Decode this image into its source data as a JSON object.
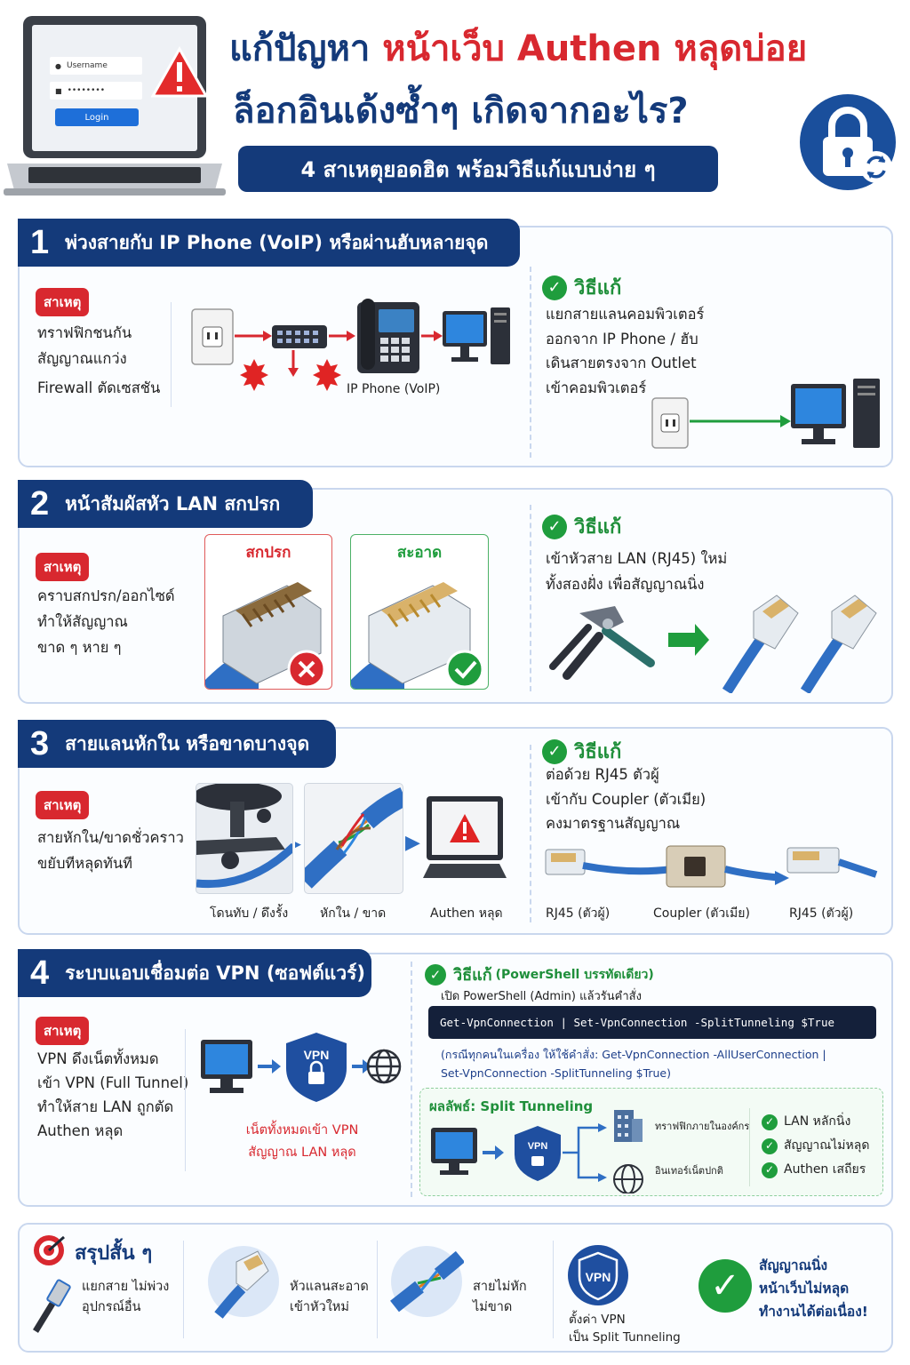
{
  "header": {
    "title_part1": "แก้ปัญหา ",
    "title_part2": "หน้าเว็บ Authen หลุดบ่อย",
    "title_line2": "ล็อกอินเด้งซ้ำๆ เกิดจากอะไร?",
    "subtitle": "4 สาเหตุยอดฮิต พร้อมวิธีแก้แบบง่าย ๆ",
    "laptop": {
      "username_placeholder": "Username",
      "password_mask": "••••••••",
      "login_label": "Login"
    }
  },
  "labels": {
    "cause": "สาเหตุ",
    "fix": "วิธีแก้"
  },
  "section1": {
    "number": "1",
    "title": "พ่วงสายกับ IP Phone (VoIP) หรือผ่านฮับหลายจุด",
    "causes": [
      "ทราฟฟิกชนกัน",
      "สัญญาณแกว่ง",
      "Firewall ตัดเซสชัน"
    ],
    "diagram_caption": "IP Phone (VoIP)",
    "fixes": [
      "แยกสายแลนคอมพิวเตอร์",
      "ออกจาก IP Phone / ฮับ",
      "เดินสายตรงจาก Outlet",
      "เข้าคอมพิวเตอร์"
    ]
  },
  "section2": {
    "number": "2",
    "title": "หน้าสัมผัสหัว LAN สกปรก",
    "causes": [
      "คราบสกปรก/ออกไซด์",
      "ทำให้สัญญาณ",
      "ขาด ๆ หาย ๆ"
    ],
    "dirty_label": "สกปรก",
    "clean_label": "สะอาด",
    "fixes": [
      "เข้าหัวสาย LAN (RJ45) ใหม่",
      "ทั้งสองฝั่ง เพื่อสัญญาณนิ่ง"
    ]
  },
  "section3": {
    "number": "3",
    "title": "สายแลนหักใน หรือขาดบางจุด",
    "causes": [
      "สายหักใน/ขาดชั่วคราว",
      "ขยับทีหลุดทันที"
    ],
    "captions": [
      "โดนทับ / ดึงรั้ง",
      "หักใน / ขาด",
      "Authen หลุด"
    ],
    "fixes": [
      "ต่อด้วย RJ45 ตัวผู้",
      "เข้ากับ Coupler (ตัวเมีย)",
      "คงมาตรฐานสัญญาณ"
    ],
    "fix_captions": [
      "RJ45 (ตัวผู้)",
      "Coupler (ตัวเมีย)",
      "RJ45 (ตัวผู้)"
    ]
  },
  "section4": {
    "number": "4",
    "title": "ระบบแอบเชื่อมต่อ VPN (ซอฟต์แวร์)",
    "causes": [
      "VPN ดึงเน็ตทั้งหมด",
      "เข้า VPN (Full Tunnel)",
      "ทำให้สาย LAN ถูกตัด",
      "Authen หลุด"
    ],
    "vpn_label": "VPN",
    "warning": [
      "เน็ตทั้งหมดเข้า VPN",
      "สัญญาณ LAN หลุด"
    ],
    "fix_title": "วิธีแก้",
    "fix_note": "(PowerShell บรรทัดเดียว)",
    "fix_instruction": "เปิด PowerShell (Admin) แล้วรันคำสั่ง",
    "command": "Get-VpnConnection | Set-VpnConnection -SplitTunneling $True",
    "alt_note_1": "(กรณีทุกคนในเครื่อง ให้ใช้คำสั่ง: Get-VpnConnection -AllUserConnection |",
    "alt_note_2": "Set-VpnConnection -SplitTunneling $True)",
    "result_title": "ผลลัพธ์: Split Tunneling",
    "route_corp": "ทราฟฟิกภายในองค์กร",
    "route_internet": "อินเทอร์เน็ตปกติ",
    "results": [
      "LAN หลักนิ่ง",
      "สัญญาณไม่หลุด",
      "Authen เสถียร"
    ]
  },
  "summary": {
    "title": "สรุปสั้น ๆ",
    "items": [
      {
        "line1": "แยกสาย ไม่พ่วง",
        "line2": "อุปกรณ์อื่น"
      },
      {
        "line1": "หัวแลนสะอาด",
        "line2": "เข้าหัวใหม่"
      },
      {
        "line1": "สายไม่หัก",
        "line2": "ไม่ขาด"
      },
      {
        "line1": "ตั้งค่า VPN",
        "line2": "เป็น Split Tunneling"
      }
    ],
    "final": [
      "สัญญาณนิ่ง",
      "หน้าเว็บไม่หลุด",
      "ทำงานได้ต่อเนื่อง!"
    ]
  },
  "colors": {
    "navy": "#143a7a",
    "red": "#d8282f",
    "green": "#1f9d3d",
    "lan_blue": "#2f6fc4"
  }
}
